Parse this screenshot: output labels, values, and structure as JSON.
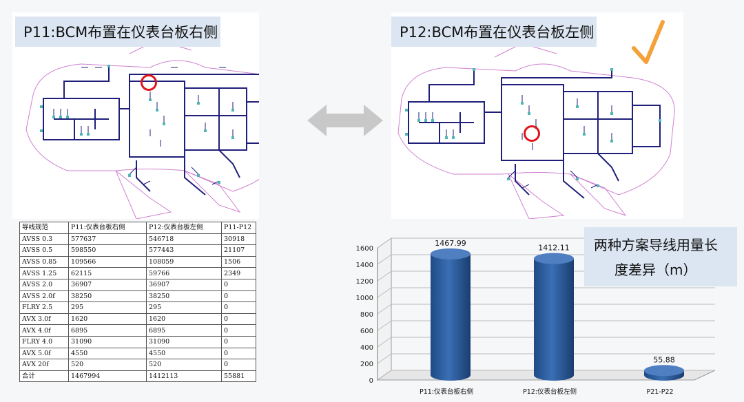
{
  "left_panel": {
    "title": "P11:BCM布置在仪表台板右侧"
  },
  "right_panel": {
    "title": "P12:BCM布置在仪表台板左侧"
  },
  "table": {
    "headers": [
      "导线规范",
      "P11:仪表台板右侧",
      "P12:仪表台板左侧",
      "P11-P12"
    ],
    "rows": [
      [
        "AVSS 0.3",
        "577637",
        "546718",
        "30918"
      ],
      [
        "AVSS 0.5",
        "598550",
        "577443",
        "21107"
      ],
      [
        "AVSS 0.85",
        "109566",
        "108059",
        "1506"
      ],
      [
        "AVSS 1.25",
        "62115",
        "59766",
        "2349"
      ],
      [
        "AVSS 2.0",
        "36907",
        "36907",
        "0"
      ],
      [
        "AVSS 2.0f",
        "38250",
        "38250",
        "0"
      ],
      [
        "FLRY 2.5",
        "295",
        "295",
        "0"
      ],
      [
        "AVX 3.0f",
        "1620",
        "1620",
        "0"
      ],
      [
        "AVX 4.0f",
        "6895",
        "6895",
        "0"
      ],
      [
        "FLRY 4.0",
        "31090",
        "31090",
        "0"
      ],
      [
        "AVX 5.0f",
        "4550",
        "4550",
        "0"
      ],
      [
        "AVX 20f",
        "520",
        "520",
        "0"
      ],
      [
        "合计",
        "1467994",
        "1412113",
        "55881"
      ]
    ]
  },
  "legend": {
    "line1": "两种方案导线用量长",
    "line2": "度差异（m）"
  },
  "chart_data": {
    "type": "bar",
    "style": "3d-cylinder",
    "categories": [
      "P11:仪表台板右侧",
      "P12:仪表台板左侧",
      "P21-P22"
    ],
    "values": [
      1467.99,
      1412.11,
      55.88
    ],
    "data_labels": [
      "1467.99",
      "1412.11",
      "55.88"
    ],
    "y_ticks": [
      "0",
      "200",
      "400",
      "600",
      "800",
      "1000",
      "1200",
      "1400",
      "1600"
    ],
    "ylim": [
      0,
      1600
    ],
    "grid": true,
    "color": "#2f5f9e"
  },
  "colors": {
    "title_bg": "#dce6f2",
    "wiring": "#1f1f7a",
    "outline": "#d080d0",
    "marker": "#e0131b",
    "check": "#f5a13a"
  }
}
